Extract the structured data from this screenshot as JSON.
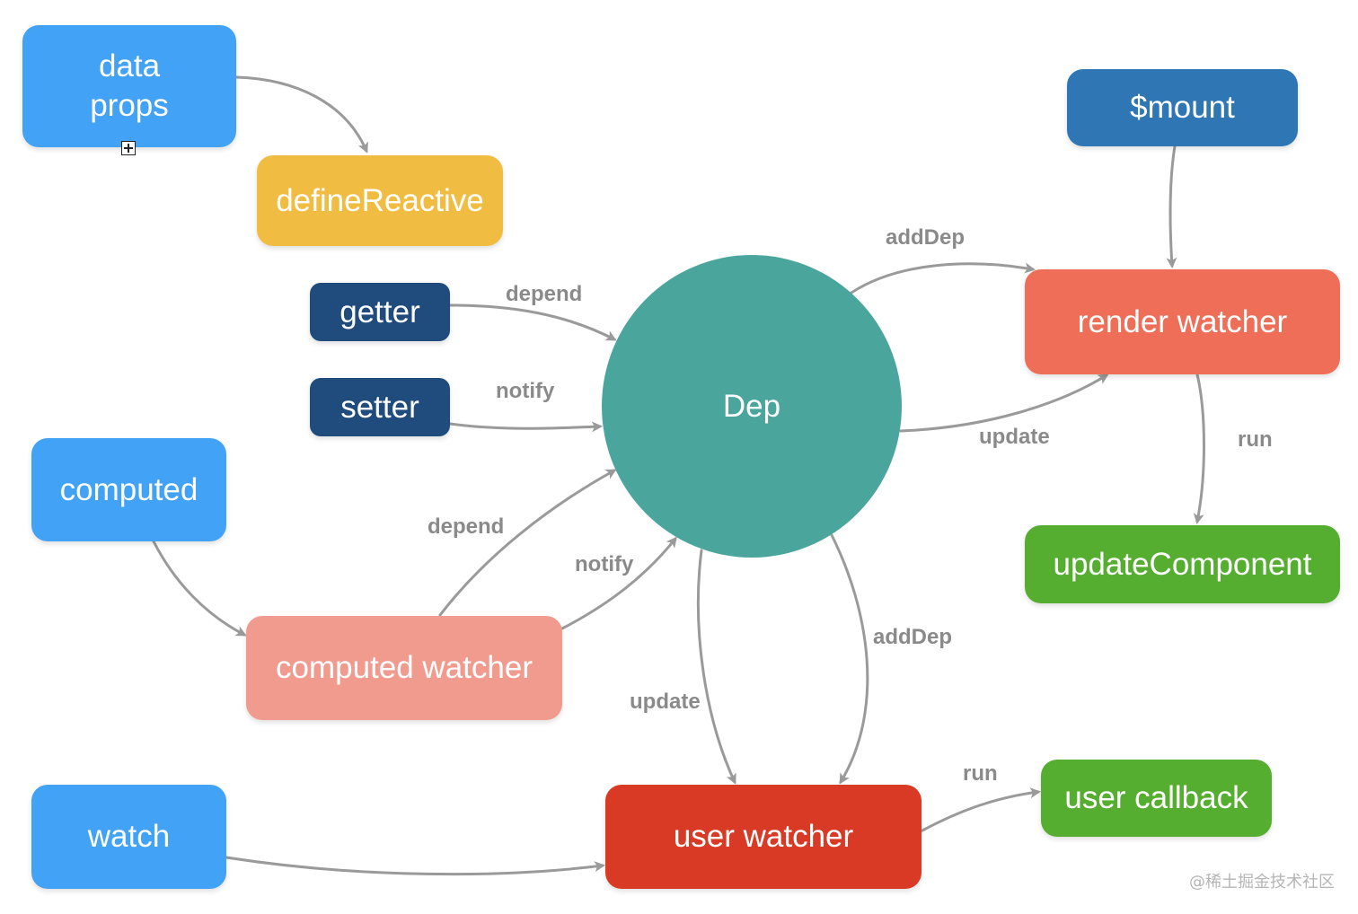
{
  "colors": {
    "source_blue": "#42a2f6",
    "define_reactive_yellow": "#f0bc41",
    "accessor_navy": "#1f4c7d",
    "mount_blue": "#2f76b5",
    "dep_teal": "#4aa59c",
    "render_watcher_red": "#ee6e58",
    "computed_watcher_pink": "#f19b8f",
    "user_watcher_red": "#d93a25",
    "green": "#56ae31",
    "edge_gray": "#9a9a9a",
    "label_gray": "#8a8a8a"
  },
  "nodes": {
    "data_props": {
      "line1": "data",
      "line2": "props"
    },
    "define_reactive": {
      "label": "defineReactive"
    },
    "getter": {
      "label": "getter"
    },
    "setter": {
      "label": "setter"
    },
    "mount": {
      "label": "$mount"
    },
    "dep": {
      "label": "Dep"
    },
    "render_watcher": {
      "label": "render watcher"
    },
    "update_component": {
      "label": "updateComponent"
    },
    "computed": {
      "label": "computed"
    },
    "computed_watcher": {
      "label": "computed watcher"
    },
    "watch": {
      "label": "watch"
    },
    "user_watcher": {
      "label": "user watcher"
    },
    "user_callback": {
      "label": "user callback"
    }
  },
  "edges": {
    "getter_dep": "depend",
    "setter_dep": "notify",
    "dep_render_watcher": "addDep",
    "dep_render_watcher_update": "update",
    "render_watcher_run": "run",
    "computed_watcher_depend": "depend",
    "computed_watcher_notify": "notify",
    "dep_user_watcher_adddep": "addDep",
    "dep_user_watcher_update": "update",
    "user_watcher_run": "run"
  },
  "icons": {
    "expand": "expand-plus-icon"
  },
  "watermark": "@稀土掘金技术社区"
}
